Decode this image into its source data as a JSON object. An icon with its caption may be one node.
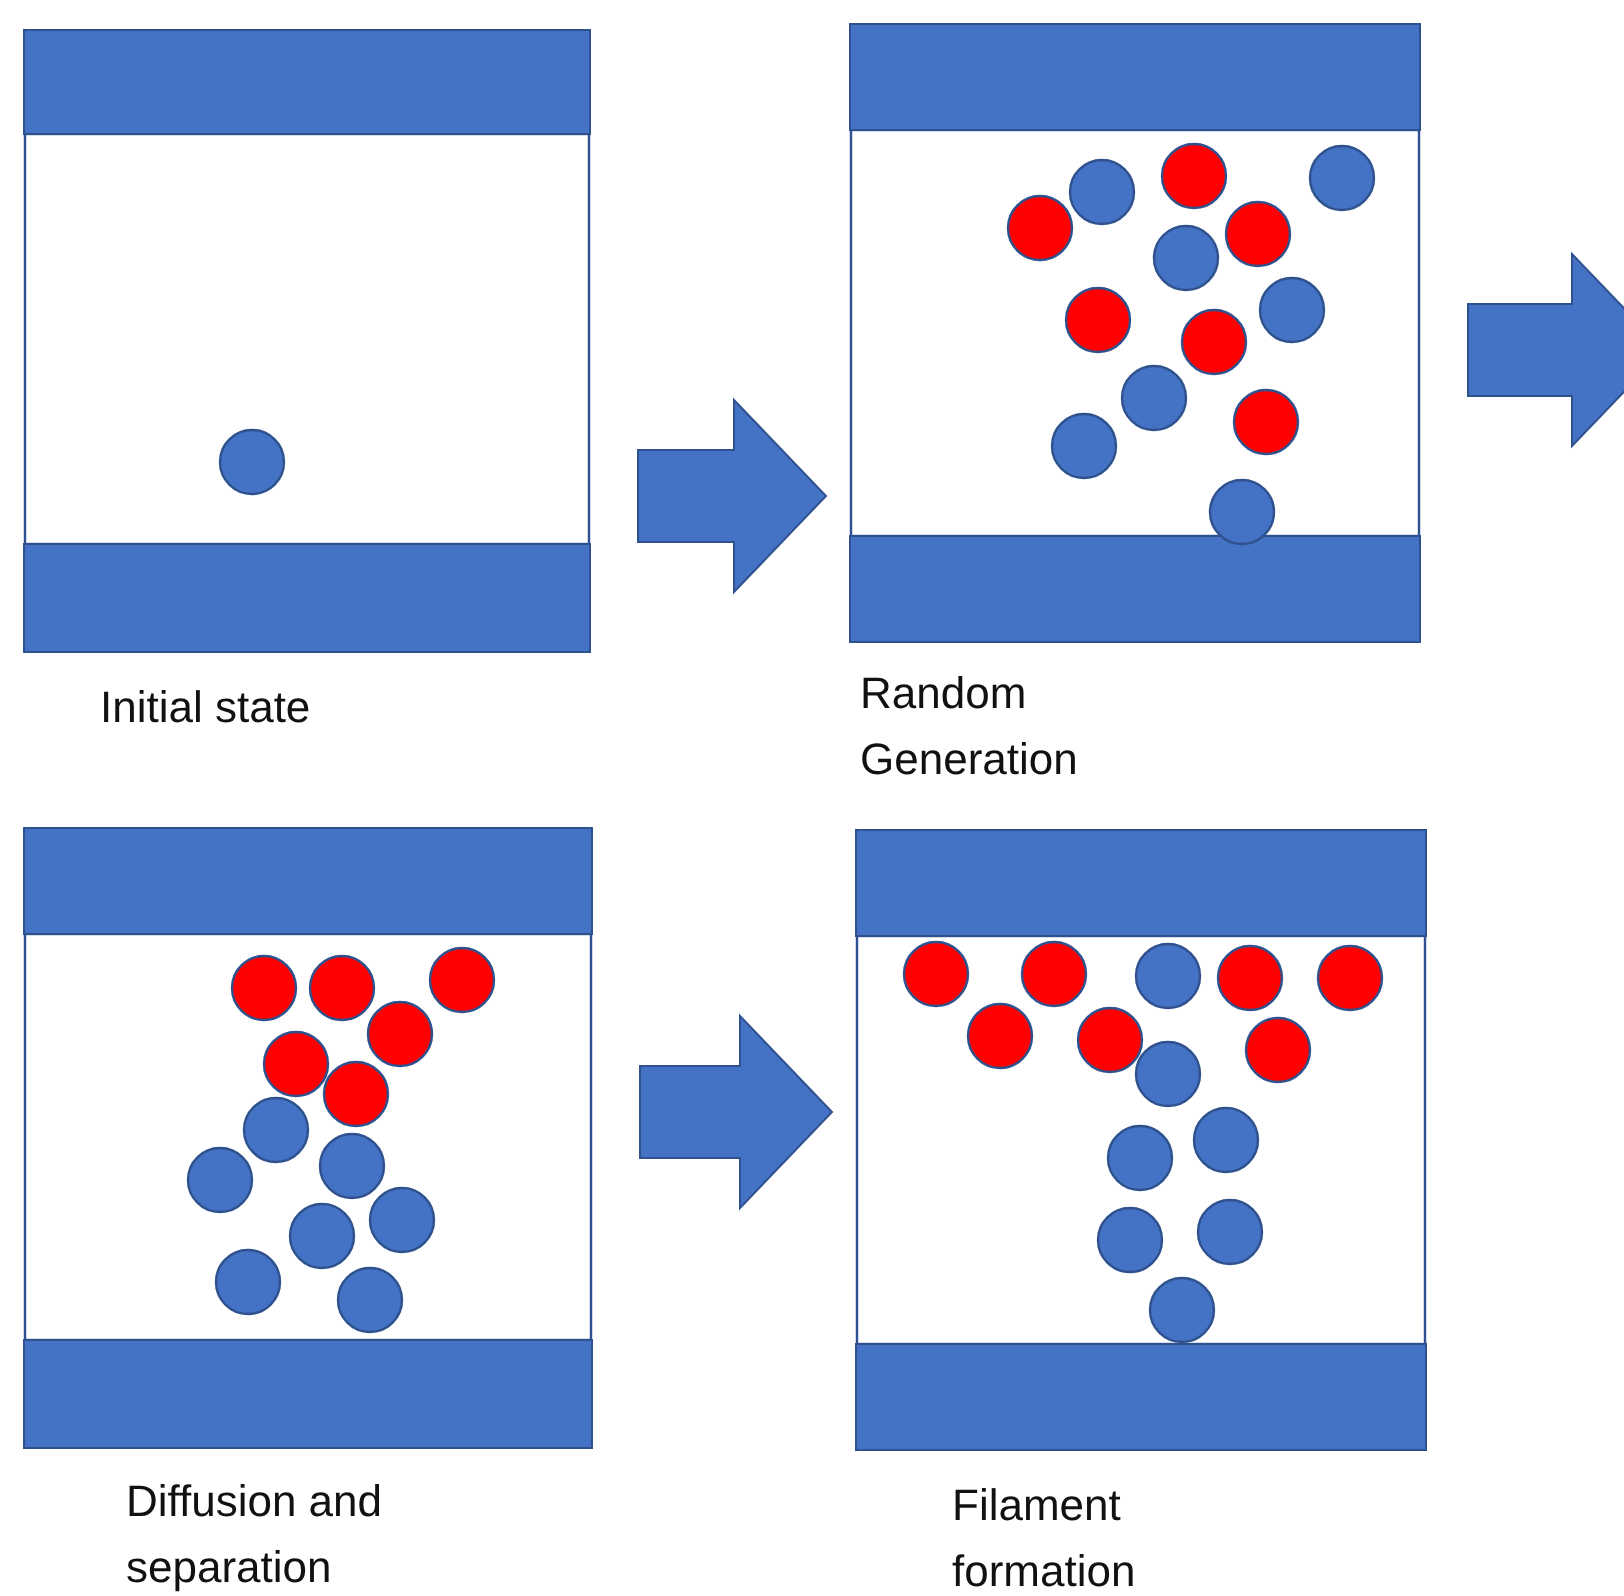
{
  "diagram": {
    "nodes": [
      {
        "text": [
          "Initial state"
        ]
      },
      {
        "text": [
          "Random Generation"
        ]
      },
      {
        "text": [
          "Diffusion and separation"
        ]
      },
      {
        "text": [
          "Filament formation"
        ]
      }
    ],
    "edges": [
      {
        "from": 0,
        "to": 1,
        "arrow": "to"
      },
      {
        "from": 1,
        "to": null,
        "arrow": "to"
      },
      {
        "from": 2,
        "to": 3,
        "arrow": "to"
      }
    ]
  }
}
